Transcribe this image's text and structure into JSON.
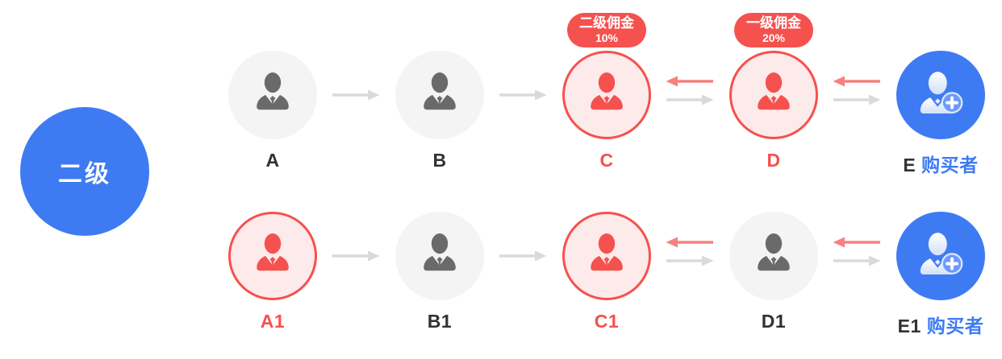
{
  "level_circle": {
    "label": "二级"
  },
  "colors": {
    "accent_blue": "#3e7bf3",
    "accent_red": "#f5514e",
    "pink_fill": "#fdeaea",
    "gray_fill": "#f4f4f5",
    "icon_gray": "#6a6a6a",
    "arrow_gray": "#dadada",
    "arrow_red": "#f5827f",
    "text_dark": "#323232",
    "badge_text": "#ffffff"
  },
  "rows": [
    {
      "nodes": [
        {
          "label": "A",
          "type": "normal"
        },
        {
          "label": "B",
          "type": "normal"
        },
        {
          "label": "C",
          "type": "highlight",
          "badge": {
            "title": "二级佣金",
            "value": "10%"
          }
        },
        {
          "label": "D",
          "type": "highlight",
          "badge": {
            "title": "一级佣金",
            "value": "20%"
          }
        },
        {
          "label": "E",
          "type": "buyer",
          "role": "购买者"
        }
      ]
    },
    {
      "nodes": [
        {
          "label": "A1",
          "type": "highlight"
        },
        {
          "label": "B1",
          "type": "normal"
        },
        {
          "label": "C1",
          "type": "highlight"
        },
        {
          "label": "D1",
          "type": "normal"
        },
        {
          "label": "E1",
          "type": "buyer",
          "role": "购买者"
        }
      ]
    }
  ]
}
